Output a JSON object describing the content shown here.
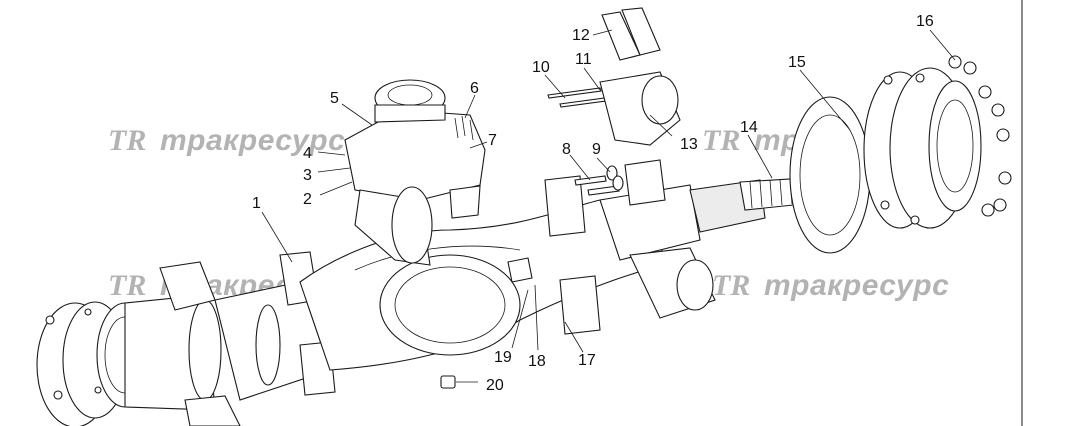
{
  "callouts": [
    {
      "id": "c1",
      "label": "1"
    },
    {
      "id": "c2",
      "label": "2"
    },
    {
      "id": "c3",
      "label": "3"
    },
    {
      "id": "c4",
      "label": "4"
    },
    {
      "id": "c5",
      "label": "5"
    },
    {
      "id": "c6",
      "label": "6"
    },
    {
      "id": "c7",
      "label": "7"
    },
    {
      "id": "c8",
      "label": "8"
    },
    {
      "id": "c9",
      "label": "9"
    },
    {
      "id": "c10",
      "label": "10"
    },
    {
      "id": "c11",
      "label": "11"
    },
    {
      "id": "c12",
      "label": "12"
    },
    {
      "id": "c13",
      "label": "13"
    },
    {
      "id": "c14",
      "label": "14"
    },
    {
      "id": "c15",
      "label": "15"
    },
    {
      "id": "c16",
      "label": "16"
    },
    {
      "id": "c17",
      "label": "17"
    },
    {
      "id": "c18",
      "label": "18"
    },
    {
      "id": "c19",
      "label": "19"
    },
    {
      "id": "c20",
      "label": "20"
    }
  ],
  "watermark": {
    "logo": "TR",
    "text": "тракресурс"
  }
}
